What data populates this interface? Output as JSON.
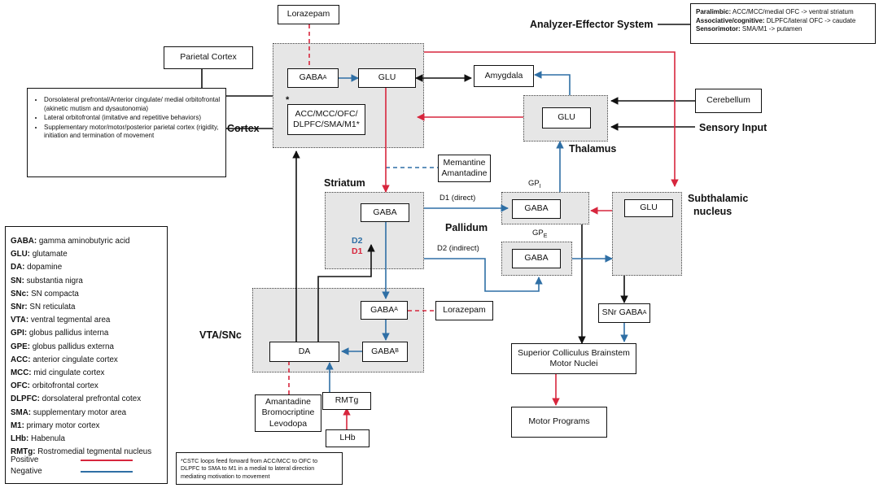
{
  "colors": {
    "positive": "#d7263d",
    "negative": "#2f6fa5",
    "line": "#111111"
  },
  "title": "Analyzer-Effector System",
  "system_key": [
    {
      "term": "Paralimbic:",
      "desc": "ACC/MCC/medial OFC -> ventral striatum"
    },
    {
      "term": "Associative/cognitive:",
      "desc": "DLPFC/lateral OFC -> caudate"
    },
    {
      "term": "Sensorimotor:",
      "desc": "SMA/M1 -> putamen"
    }
  ],
  "region_labels": {
    "cortex": "Cortex",
    "sensory_input": "Sensory Input",
    "thalamus": "Thalamus",
    "striatum": "Striatum",
    "pallidum": "Pallidum",
    "subthalamic": "Subthalamic",
    "subthalamic2": "nucleus",
    "vta": "VTA/SNc"
  },
  "nodes": {
    "lorazepam_top": "Lorazepam",
    "parietal": "Parietal Cortex",
    "gaba_a_cortex": "GABA",
    "gaba_a_cortex_sub": "A",
    "glu_cortex": "GLU",
    "amygdala": "Amygdala",
    "cerebellum": "Cerebellum",
    "glu_thalamus": "GLU",
    "asterisk": "*",
    "acc_line1": "ACC/MCC/OFC/",
    "acc_line2": "DLPFC/SMA/M1*",
    "memantine_line1": "Memantine",
    "memantine_line2": "Amantadine",
    "gaba_striatum": "GABA",
    "d1_direct": "D1 (direct)",
    "d2_indirect": "D2 (indirect)",
    "d2": "D2",
    "d1": "D1",
    "gpi": "GP",
    "gpi_sub": "I",
    "gaba_gpi": "GABA",
    "gpe": "GP",
    "gpe_sub": "E",
    "gaba_gpe": "GABA",
    "glu_stn": "GLU",
    "gaba_a_vta": "GABA",
    "gaba_a_vta_sub": "A",
    "lorazepam_mid": "Lorazepam",
    "da": "DA",
    "gaba_b": "GABA",
    "gaba_b_sub": "B",
    "snr": "SNr GABA",
    "snr_sub": "A",
    "sc_line1": "Superior Colliculus Brainstem",
    "sc_line2": "Motor Nuclei",
    "motor_programs": "Motor Programs",
    "aml_line1": "Amantadine",
    "aml_line2": "Bromocriptine",
    "aml_line3": "Levodopa",
    "rmtg": "RMTg",
    "lhb": "LHb"
  },
  "cortex_notes": [
    "Dorsolateral prefrontal/Anterior cingulate/ medial orbitofrontal (akinetic mutism and dysautonomia)",
    "Lateral orbitofrontal (imitative and repetitive behaviors)",
    "Supplementary motor/motor/posterior parietal cortex (rigidity, initiation and termination of movement"
  ],
  "abbreviations": [
    {
      "abbr": "GABA:",
      "def": "gamma aminobutyric acid"
    },
    {
      "abbr": "GLU:",
      "def": "glutamate"
    },
    {
      "abbr": "DA:",
      "def": "dopamine"
    },
    {
      "abbr": "SN:",
      "def": "substantia nigra"
    },
    {
      "abbr": "SNc:",
      "def": "SN compacta"
    },
    {
      "abbr": "SNr:",
      "def": "SN reticulata"
    },
    {
      "abbr": "VTA:",
      "def": "ventral tegmental area"
    },
    {
      "abbr": "GPI:",
      "def": "globus pallidus interna"
    },
    {
      "abbr": "GPE:",
      "def": "globus pallidus externa"
    },
    {
      "abbr": "ACC:",
      "def": "anterior cingulate cortex"
    },
    {
      "abbr": "MCC:",
      "def": "mid cingulate cortex"
    },
    {
      "abbr": "OFC:",
      "def": "orbitofrontal cortex"
    },
    {
      "abbr": "DLPFC:",
      "def": "dorsolateral prefrontal cotex"
    },
    {
      "abbr": "SMA:",
      "def": "supplementary motor area"
    },
    {
      "abbr": "M1:",
      "def": "primary motor cortex"
    },
    {
      "abbr": "LHb:",
      "def": "Habenula"
    },
    {
      "abbr": "RMTg:",
      "def": "Rostromedial tegmental nucleus"
    }
  ],
  "line_legend": {
    "positive": "Positive",
    "negative": "Negative"
  },
  "footnote": [
    "*CSTC loops feed forward from ACC/MCC to OFC to",
    "DLPFC to SMA to M1 in a medial to lateral direction",
    "mediating motivation to movement"
  ]
}
